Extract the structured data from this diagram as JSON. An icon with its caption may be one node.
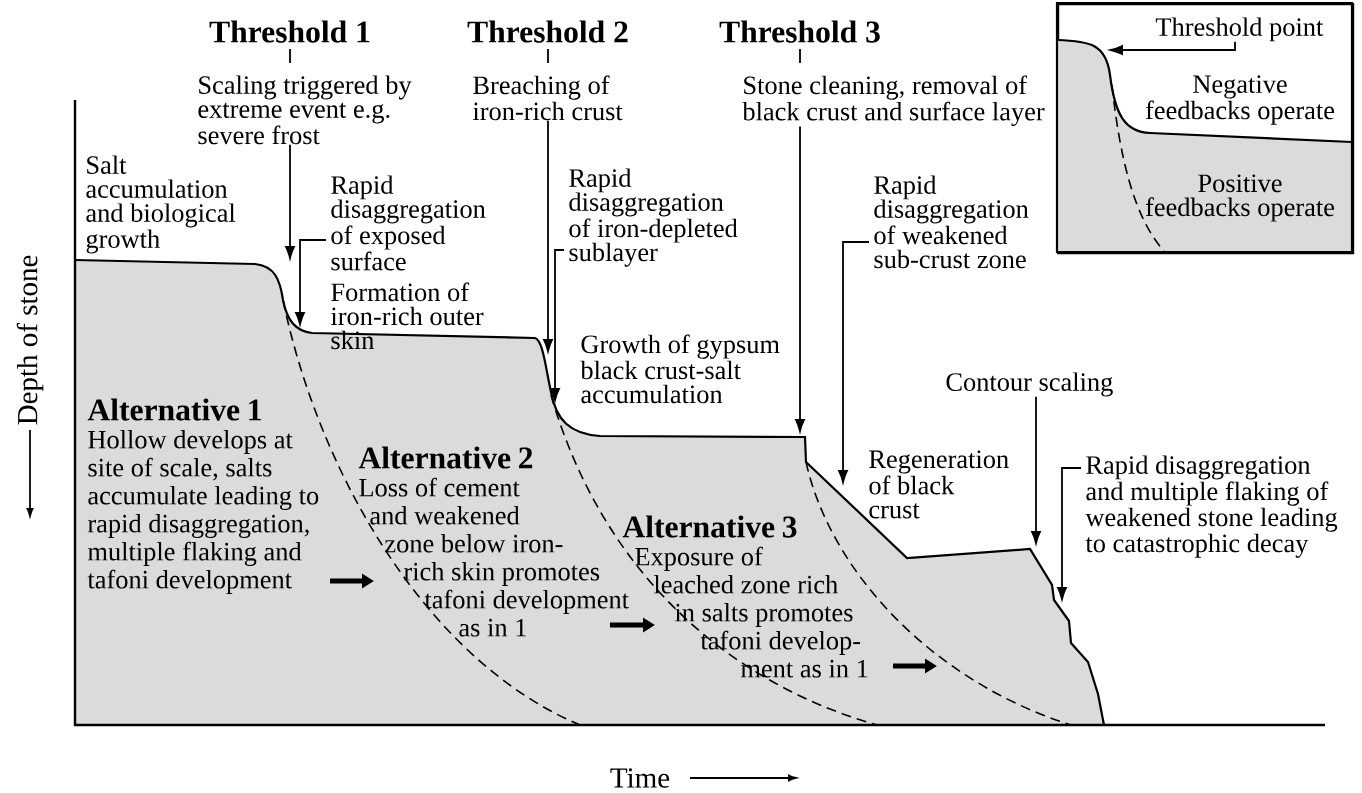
{
  "diagram": {
    "nodes": [
      {
        "text": [
          "Threshold 1"
        ]
      },
      {
        "text": [
          "Scaling triggered by extreme event e.g. severe frost"
        ]
      },
      {
        "text": [
          "Threshold 2"
        ]
      },
      {
        "text": [
          "Breaching of iron-rich crust"
        ]
      },
      {
        "text": [
          "Threshold 3"
        ]
      },
      {
        "text": [
          "Stone cleaning, removal of black crust and surface layer"
        ]
      },
      {
        "text": [
          "Negative feedbacks operate",
          "Positive feedbacks operate"
        ]
      },
      {
        "text": [
          "Threshold point"
        ],
        "in": 6
      },
      {
        "text": [
          "Rapid disaggregation of exposed surface"
        ]
      },
      {
        "text": [
          "Rapid disaggregation of iron-depleted sublayer"
        ]
      },
      {
        "text": [
          "Rapid disaggregation of weakened sub-crust zone"
        ]
      },
      {
        "text": [
          "Contour scaling"
        ]
      },
      {
        "text": [
          "Rapid disaggregation and multiple flaking of weakened stone leading to catastrophic decay"
        ]
      },
      {
        "text": [
          "Alternative 1",
          "Hollow develops at site of scale, salts accumulate leading to rapid disaggregation, multiple flaking and tafoni development"
        ]
      },
      {
        "text": [
          "Alternative 2",
          "Loss of cement and weakened zone below iron-rich skin promotes tafoni development as in 1"
        ]
      },
      {
        "text": [
          "Alternative 3",
          "Exposure of leached zone rich in salts promotes tafoni develop-ment as in 1"
        ]
      }
    ],
    "edges": [
      {
        "from": 0,
        "to": 1,
        "arrow": "none"
      },
      {
        "from": 1,
        "to": null,
        "arrow": "to"
      },
      {
        "from": 2,
        "to": 3,
        "arrow": "none"
      },
      {
        "from": 3,
        "to": null,
        "arrow": "to"
      },
      {
        "from": 4,
        "to": 5,
        "arrow": "none"
      },
      {
        "from": 5,
        "to": null,
        "arrow": "to"
      },
      {
        "from": 7,
        "to": null,
        "arrow": "to"
      },
      {
        "from": 8,
        "to": null,
        "arrow": "to"
      },
      {
        "from": 9,
        "to": null,
        "arrow": "to"
      },
      {
        "from": 10,
        "to": null,
        "arrow": "to"
      },
      {
        "from": 11,
        "to": null,
        "arrow": "to"
      },
      {
        "from": 12,
        "to": null,
        "arrow": "to"
      },
      {
        "from": 13,
        "to": 14,
        "arrow": "to",
        "style": "thick"
      },
      {
        "from": 14,
        "to": 15,
        "arrow": "to",
        "style": "thick"
      },
      {
        "from": 15,
        "to": null,
        "arrow": "to",
        "style": "thick"
      }
    ],
    "labels": [
      "Salt accumulation and biological growth",
      "Formation of iron-rich outer skin",
      "Growth of gypsum black crust-salt accumulation",
      "Regeneration of black crust",
      "Depth of stone",
      "Time"
    ]
  }
}
